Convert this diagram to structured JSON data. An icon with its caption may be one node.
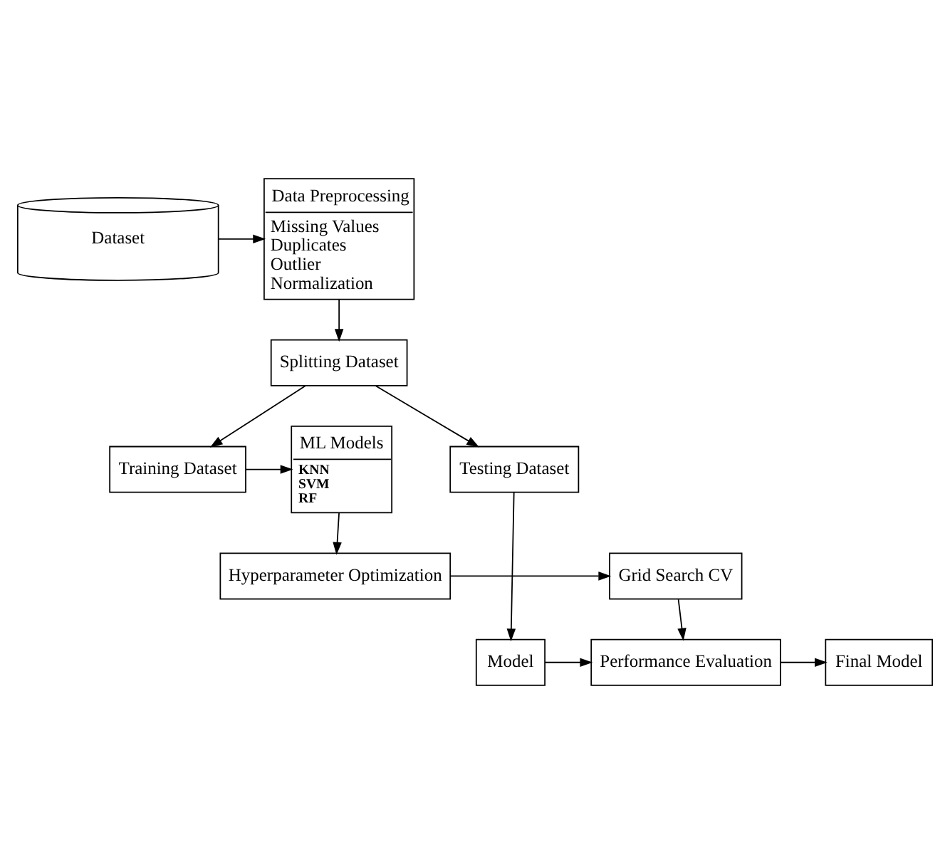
{
  "diagram": {
    "nodes": [
      {
        "text": [
          "Dataset"
        ]
      },
      {
        "text": [
          "Data Preprocessing",
          "Missing Values",
          "Duplicates",
          "Outlier",
          "Normalization"
        ]
      },
      {
        "text": [
          "Splitting Dataset"
        ]
      },
      {
        "text": [
          "Training Dataset"
        ]
      },
      {
        "text": [
          "Testing Dataset"
        ]
      },
      {
        "text": [
          "ML Models",
          "KNN",
          "SVM",
          "RF"
        ]
      },
      {
        "text": [
          "Hyperparameter Optimization"
        ]
      },
      {
        "text": [
          "Grid Search CV"
        ]
      },
      {
        "text": [
          "Performance Evaluation"
        ]
      },
      {
        "text": [
          "Model"
        ]
      },
      {
        "text": [
          "Final Model"
        ]
      }
    ],
    "edges": [
      {
        "from": 0,
        "to": 1,
        "arrow": "to"
      },
      {
        "from": 1,
        "to": 2,
        "arrow": "to"
      },
      {
        "from": 2,
        "to": 3,
        "arrow": "to"
      },
      {
        "from": 2,
        "to": 4,
        "arrow": "to"
      },
      {
        "from": 3,
        "to": 5,
        "arrow": "to"
      },
      {
        "from": 5,
        "to": 6,
        "arrow": "to"
      },
      {
        "from": 6,
        "to": 7,
        "arrow": "to"
      },
      {
        "from": 7,
        "to": 8,
        "arrow": "to"
      },
      {
        "from": 4,
        "to": 9,
        "arrow": "to"
      },
      {
        "from": 9,
        "to": 8,
        "arrow": "to"
      },
      {
        "from": 8,
        "to": 10,
        "arrow": "to"
      }
    ]
  }
}
